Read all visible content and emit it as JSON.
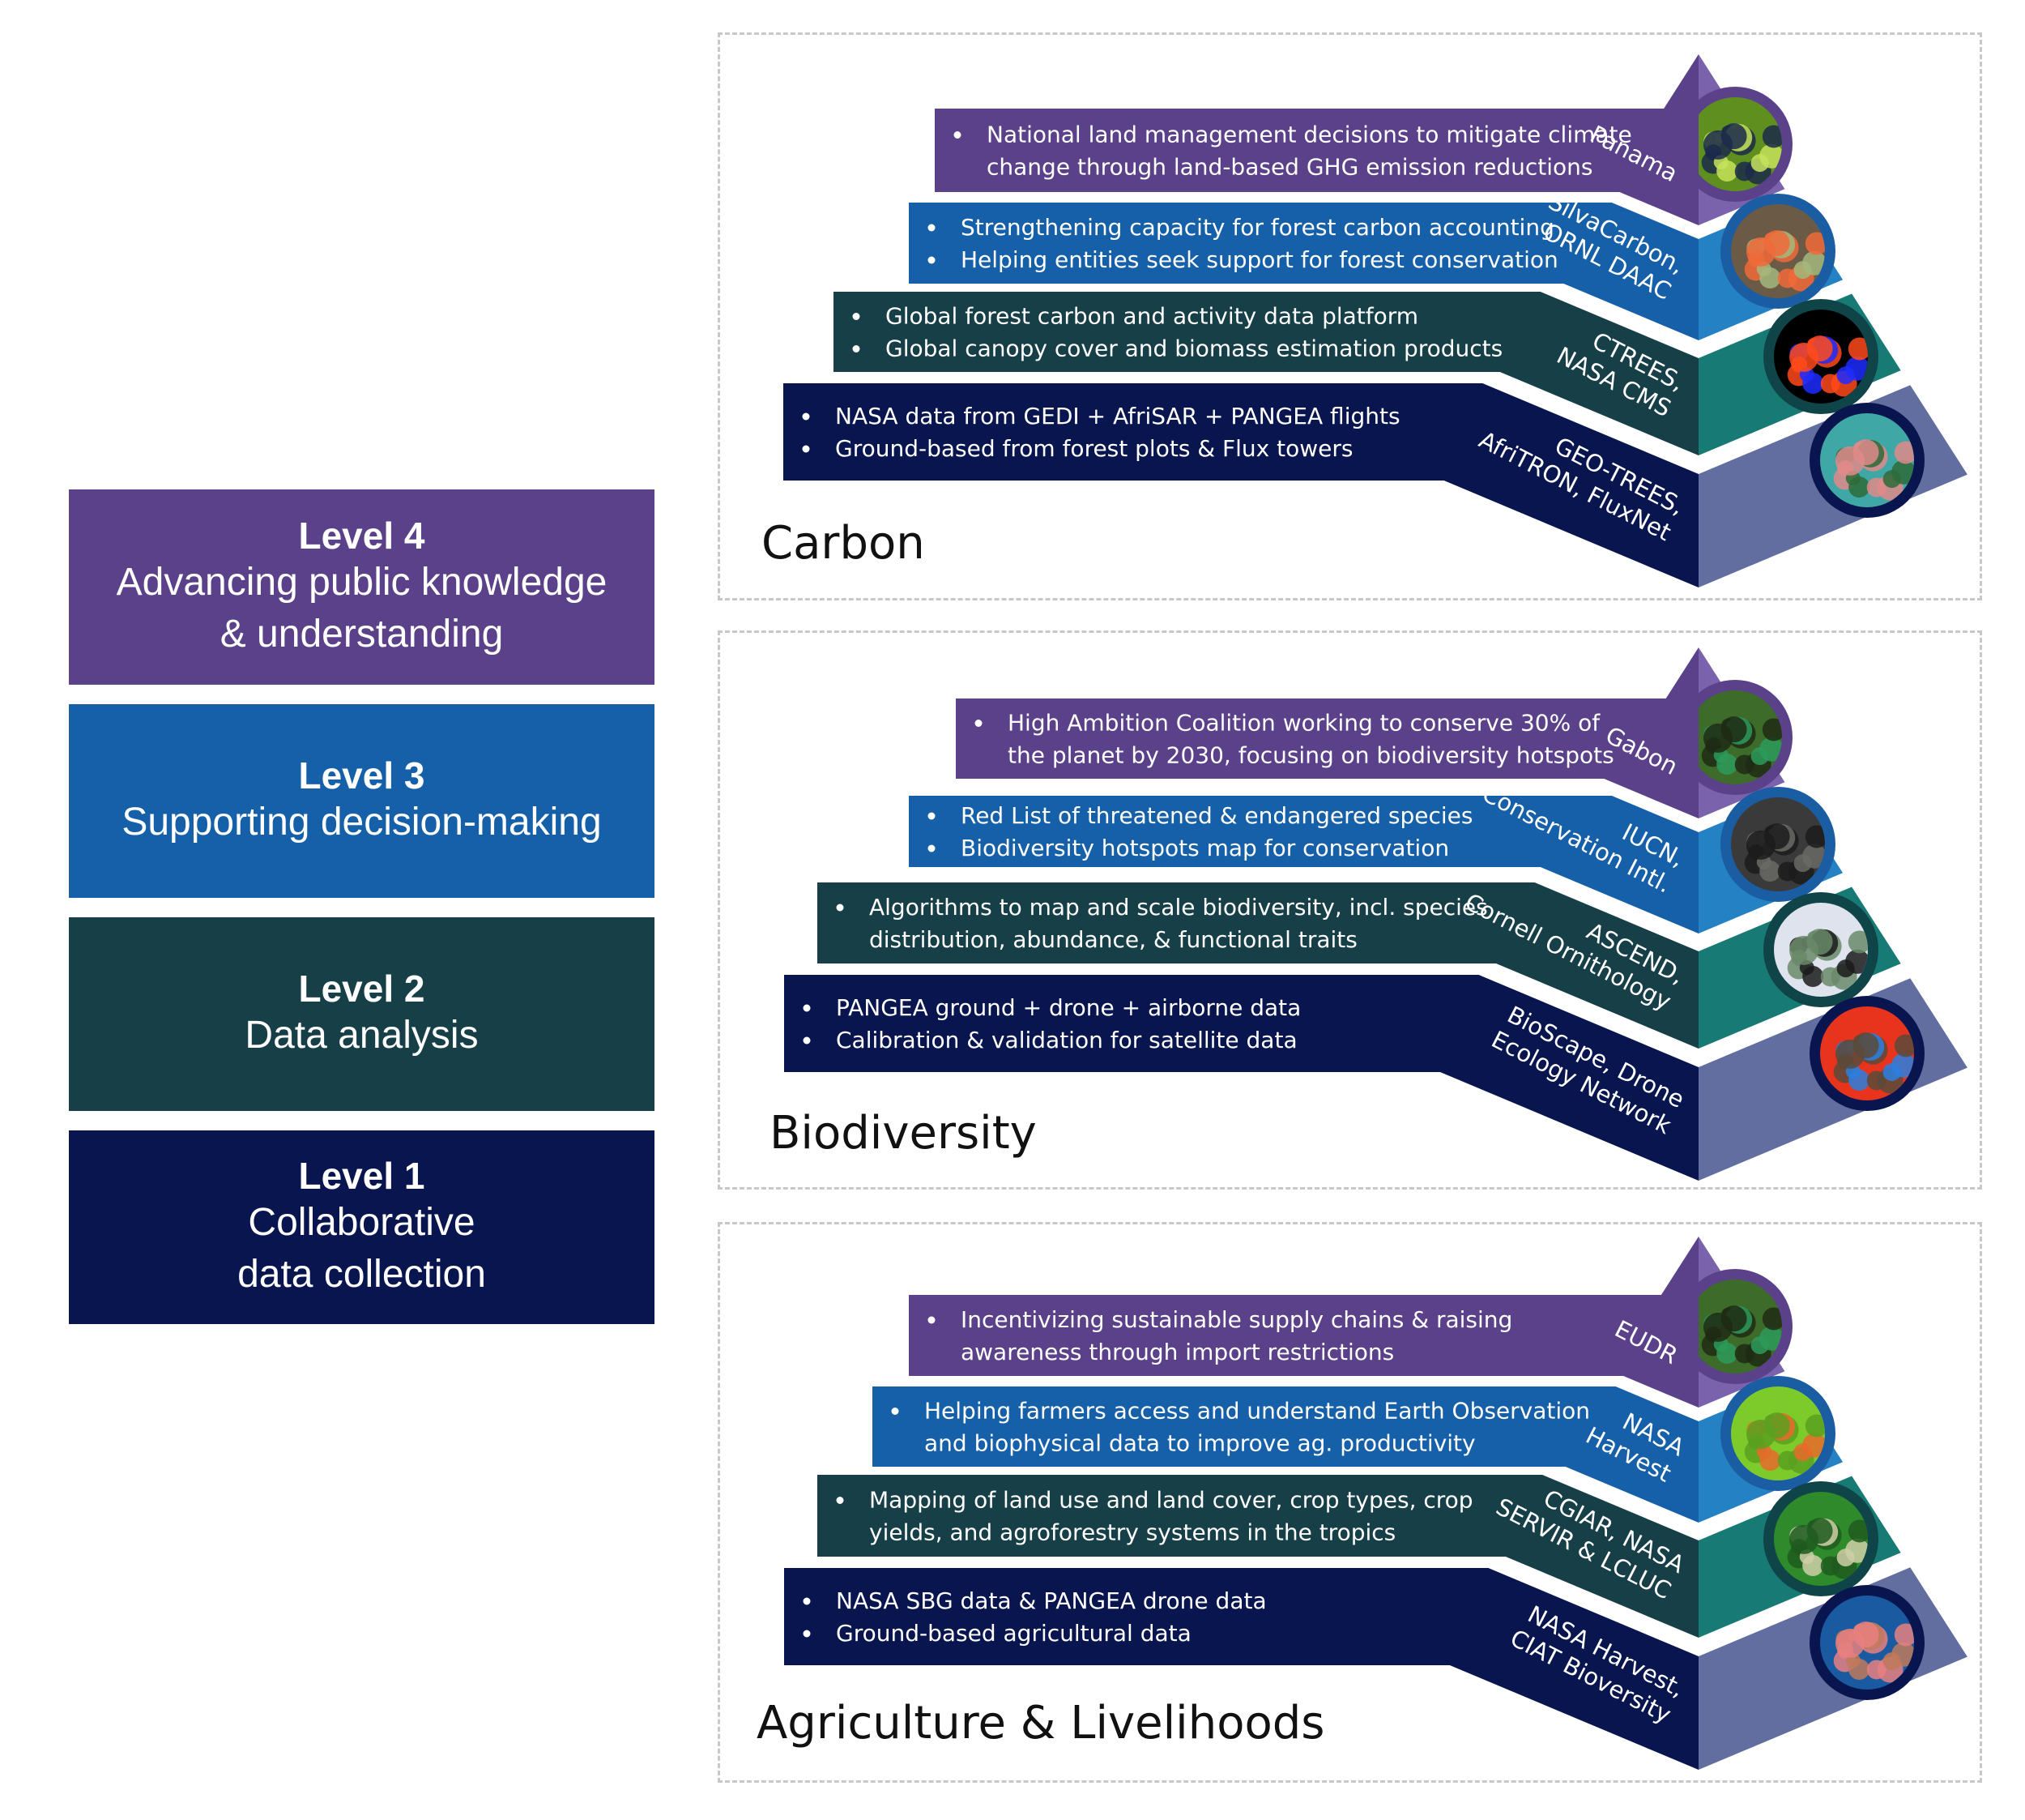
{
  "legend": {
    "levels": [
      {
        "id": 4,
        "title": "Level 4",
        "description": "Advancing public knowledge\n& understanding",
        "color": "#5A4189"
      },
      {
        "id": 3,
        "title": "Level 3",
        "description": "Supporting decision-making",
        "color": "#1560A8"
      },
      {
        "id": 2,
        "title": "Level 2",
        "description": "Data analysis",
        "color": "#163F47"
      },
      {
        "id": 1,
        "title": "Level 1",
        "description": "Collaborative\ndata collection",
        "color": "#08154E"
      }
    ]
  },
  "palette": {
    "level4": {
      "front": "#5A4189",
      "side": "#7A62AC",
      "ring": "#5A4189"
    },
    "level3": {
      "front": "#1560A8",
      "side": "#2481C3",
      "ring": "#1A5DA3"
    },
    "level2": {
      "front": "#163F47",
      "side": "#187A74",
      "ring": "#0F4548"
    },
    "level1": {
      "front": "#08154E",
      "side": "#626E9F",
      "ring": "#08154E"
    }
  },
  "sections": [
    {
      "name": "Carbon",
      "layers": [
        {
          "level": 4,
          "bullets": [
            "National land management decisions to mitigate climate\nchange through land-based GHG emission reductions"
          ],
          "partners": "Panama",
          "image": "tree-seedlings-photo"
        },
        {
          "level": 3,
          "bullets": [
            "Strengthening capacity for forest carbon accounting",
            "Helping entities seek support for forest conservation"
          ],
          "partners": "SilvaCarbon,\nORNL DAAC",
          "image": "field-worker-measuring-tree-photo"
        },
        {
          "level": 2,
          "bullets": [
            "Global forest carbon and activity data platform",
            "Global canopy cover and biomass estimation products"
          ],
          "partners": "CTREES,\nNASA CMS",
          "image": "lidar-canopy-map"
        },
        {
          "level": 1,
          "bullets": [
            "NASA data from GEDI + AfriSAR + PANGEA flights",
            "Ground-based from forest plots & Flux towers"
          ],
          "partners": "GEO-TREES,\nAfriTRON, FluxNet",
          "image": "tree-illustration"
        }
      ]
    },
    {
      "name": "Biodiversity",
      "layers": [
        {
          "level": 4,
          "bullets": [
            "High Ambition Coalition working to conserve 30% of\nthe planet by 2030, focusing on biodiversity hotspots"
          ],
          "partners": "Gabon",
          "image": "person-in-forest-photo"
        },
        {
          "level": 3,
          "bullets": [
            "Red List of threatened & endangered species",
            "Biodiversity hotspots map for conservation"
          ],
          "partners": "IUCN,\nConservation Intl.",
          "image": "gorilla-photo"
        },
        {
          "level": 2,
          "bullets": [
            "Algorithms to map and scale biodiversity, incl. species\ndistribution, abundance, & functional traits"
          ],
          "partners": "ASCEND,\nCornell Ornithology",
          "image": "drone-lidar-illustration"
        },
        {
          "level": 1,
          "bullets": [
            "PANGEA ground + drone + airborne data",
            "Calibration & validation for satellite data"
          ],
          "partners": "BioScape, Drone\nEcology Network",
          "image": "spectral-data-image"
        }
      ]
    },
    {
      "name": "Agriculture & Livelihoods",
      "layers": [
        {
          "level": 4,
          "bullets": [
            "Incentivizing sustainable supply chains & raising\nawareness through import restrictions"
          ],
          "partners": "EUDR",
          "image": "person-in-forest-photo"
        },
        {
          "level": 3,
          "bullets": [
            "Helping farmers access and understand Earth Observation\nand biophysical data to improve ag. productivity"
          ],
          "partners": "NASA\nHarvest",
          "image": "crop-field-false-color-image"
        },
        {
          "level": 2,
          "bullets": [
            "Mapping of land use and land cover, crop types, crop\nyields, and agroforestry systems in the tropics"
          ],
          "partners": "CGIAR, NASA\nSERVIR & LCLUC",
          "image": "aerial-farmland-image"
        },
        {
          "level": 1,
          "bullets": [
            "NASA SBG data & PANGEA drone data",
            "Ground-based agricultural data"
          ],
          "partners": "NASA Harvest,\nCIAT Bioversity",
          "image": "satellite-over-earth-image"
        }
      ]
    }
  ]
}
